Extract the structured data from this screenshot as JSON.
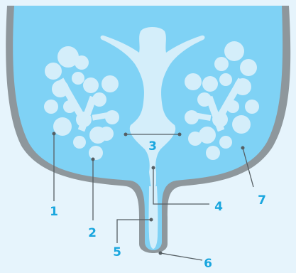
{
  "colors": {
    "background": "#e6f4fc",
    "wall": "#8e979c",
    "fluid": "#7fd2f5",
    "lobules": "#d4eefa",
    "label": "#1aa6de",
    "leader": "#555e63"
  },
  "callouts": [
    {
      "id": "1",
      "label": "1"
    },
    {
      "id": "2",
      "label": "2"
    },
    {
      "id": "3",
      "label": "3"
    },
    {
      "id": "4",
      "label": "4"
    },
    {
      "id": "5",
      "label": "5"
    },
    {
      "id": "6",
      "label": "6"
    },
    {
      "id": "7",
      "label": "7"
    }
  ]
}
